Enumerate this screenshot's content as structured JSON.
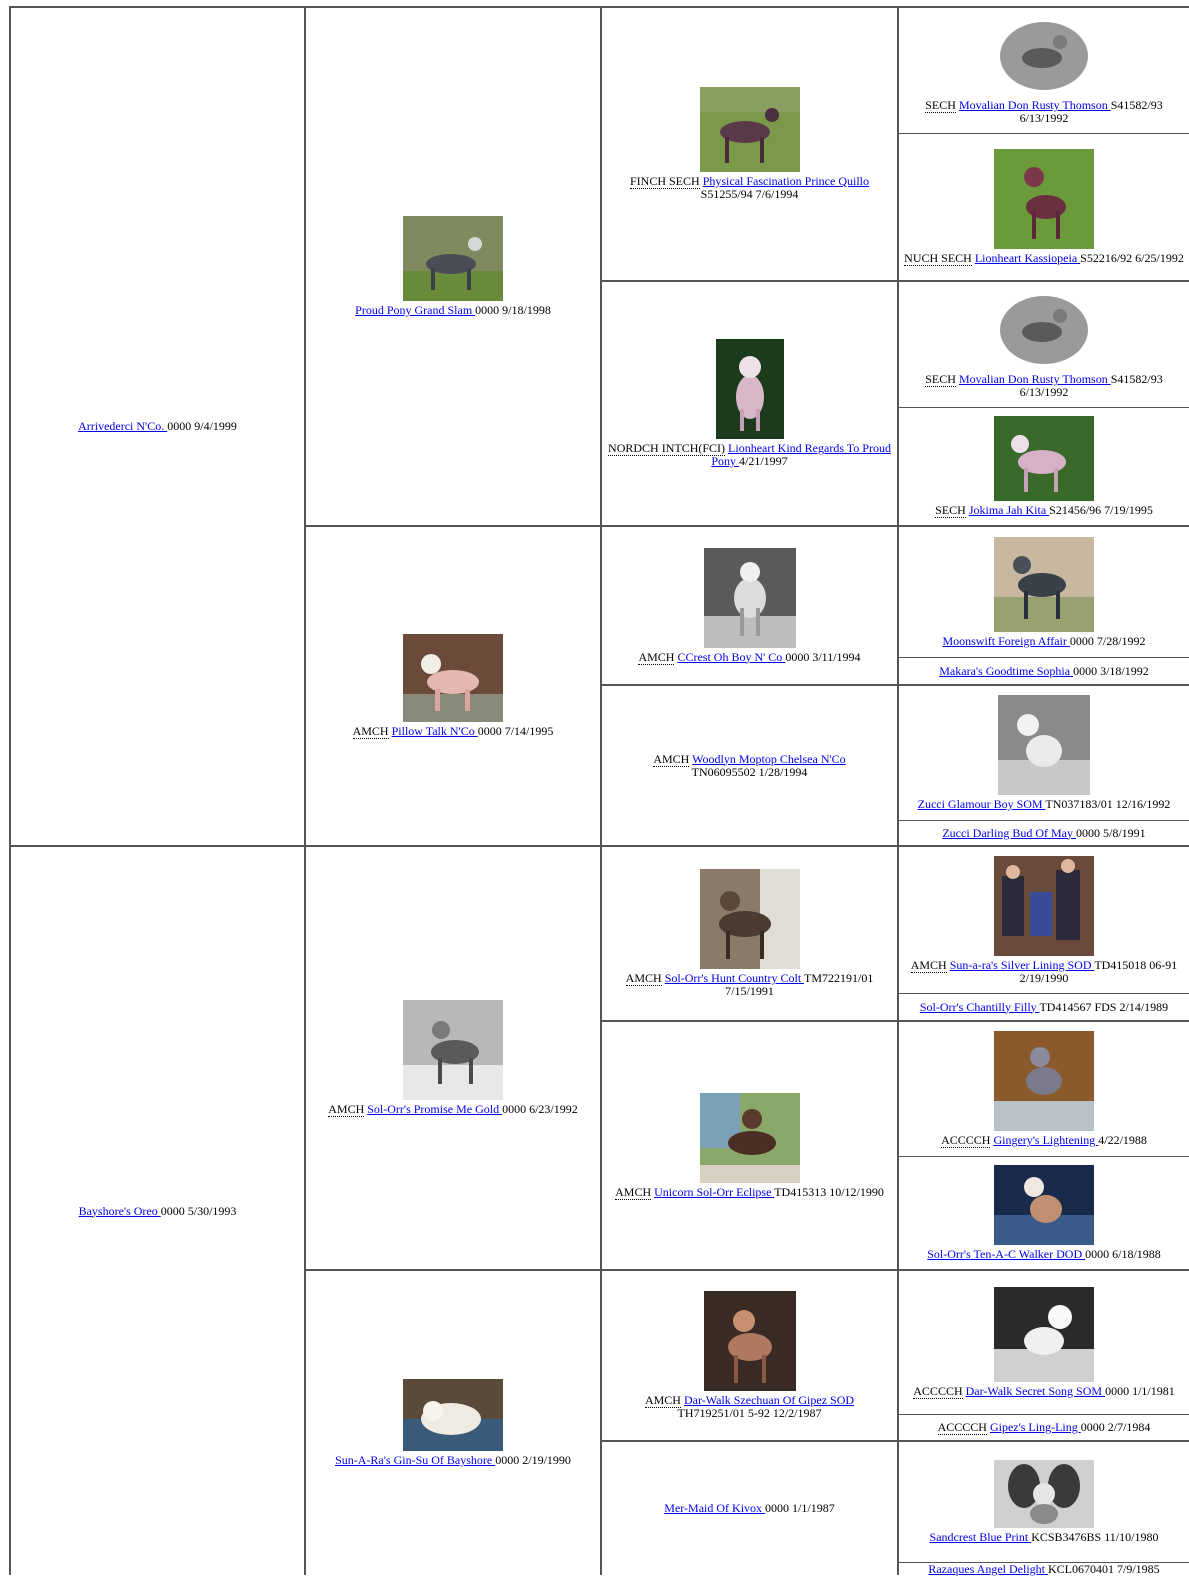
{
  "gen1": [
    {
      "name": "Arrivederci N'Co. ",
      "info": "0000 9/4/1999"
    },
    {
      "name": "Bayshore's Oreo ",
      "info": "0000 5/30/1993"
    }
  ],
  "gen2": [
    {
      "title": "",
      "name": "Proud Pony Grand Slam ",
      "info": "0000 9/18/1998",
      "photo": "grey-dog-photo"
    },
    {
      "title": "AMCH",
      "name": "Pillow Talk N'Co ",
      "info": "0000 7/14/1995",
      "photo": "pink-dog-photo"
    },
    {
      "title": "AMCH",
      "name": "Sol-Orr's Promise Me Gold ",
      "info": "0000 6/23/1992",
      "photo": "bw-dog-photo"
    },
    {
      "title": "",
      "name": "Sun-A-Ra's Gin-Su Of Bayshore ",
      "info": "0000 2/19/1990",
      "photo": "white-dog-photo"
    }
  ],
  "gen3": [
    {
      "title": "FINCH SECH",
      "name": "Physical Fascination Prince Quillo",
      "info": "S51255/94 7/6/1994"
    },
    {
      "title": "NORDCH INTCH(FCI)",
      "name": "Lionheart Kind Regards To Proud Pony ",
      "info": "4/21/1997"
    },
    {
      "title": "AMCH",
      "name": "CCrest Oh Boy N' Co ",
      "info": "0000 3/11/1994"
    },
    {
      "title": "AMCH",
      "name": "Woodlyn Moptop Chelsea N'Co",
      "info": "TN06095502 1/28/1994"
    },
    {
      "title": "AMCH",
      "name": "Sol-Orr's Hunt Country Colt ",
      "info": "TM722191/01 7/15/1991"
    },
    {
      "title": "AMCH",
      "name": "Unicorn Sol-Orr Eclipse ",
      "info": "TD415313 10/12/1990"
    },
    {
      "title": "AMCH",
      "name": "Dar-Walk Szechuan Of Gipez SOD",
      "info": "TH719251/01 5-92 12/2/1987"
    },
    {
      "title": "",
      "name": "Mer-Maid Of Kivox ",
      "info": "0000 1/1/1987"
    }
  ],
  "gen4": [
    {
      "title": "SECH",
      "name": "Movalian Don Rusty Thomson ",
      "info": "S41582/93 6/13/1992"
    },
    {
      "title": "NUCH SECH",
      "name": "Lionheart Kassiopeia ",
      "info": "S52216/92 6/25/1992"
    },
    {
      "title": "SECH",
      "name": "Movalian Don Rusty Thomson ",
      "info": "S41582/93 6/13/1992"
    },
    {
      "title": "SECH",
      "name": "Jokima Jah Kita ",
      "info": "S21456/96 7/19/1995"
    },
    {
      "title": "",
      "name": "Moonswift Foreign Affair ",
      "info": "0000 7/28/1992"
    },
    {
      "title": "",
      "name": "Makara's Goodtime Sophia ",
      "info": "0000 3/18/1992"
    },
    {
      "title": "",
      "name": "Zucci Glamour Boy SOM ",
      "info": "TN037183/01 12/16/1992"
    },
    {
      "title": "",
      "name": "Zucci Darling Bud Of May ",
      "info": "0000 5/8/1991"
    },
    {
      "title": "AMCH",
      "name": "Sun-a-ra's Silver Lining SOD ",
      "info": "TD415018 06-91 2/19/1990"
    },
    {
      "title": "",
      "name": "Sol-Orr's Chantilly Filly ",
      "info": "TD414567 FDS 2/14/1989"
    },
    {
      "title": "ACCCCH",
      "name": "Gingery's Lightening ",
      "info": "4/22/1988"
    },
    {
      "title": "",
      "name": "Sol-Orr's Ten-A-C Walker DOD ",
      "info": "0000 6/18/1988"
    },
    {
      "title": "ACCCCH",
      "name": "Dar-Walk Secret Song SOM ",
      "info": "0000 1/1/1981"
    },
    {
      "title": "ACCCCH",
      "name": "Gipez's Ling-Ling ",
      "info": "0000 2/7/1984"
    },
    {
      "title": "",
      "name": "Sandcrest Blue Print ",
      "info": "KCSB3476BS 11/10/1980"
    },
    {
      "title": "",
      "name": "Razaques Angel Delight ",
      "info": "KCL0670401 7/9/1985"
    }
  ]
}
